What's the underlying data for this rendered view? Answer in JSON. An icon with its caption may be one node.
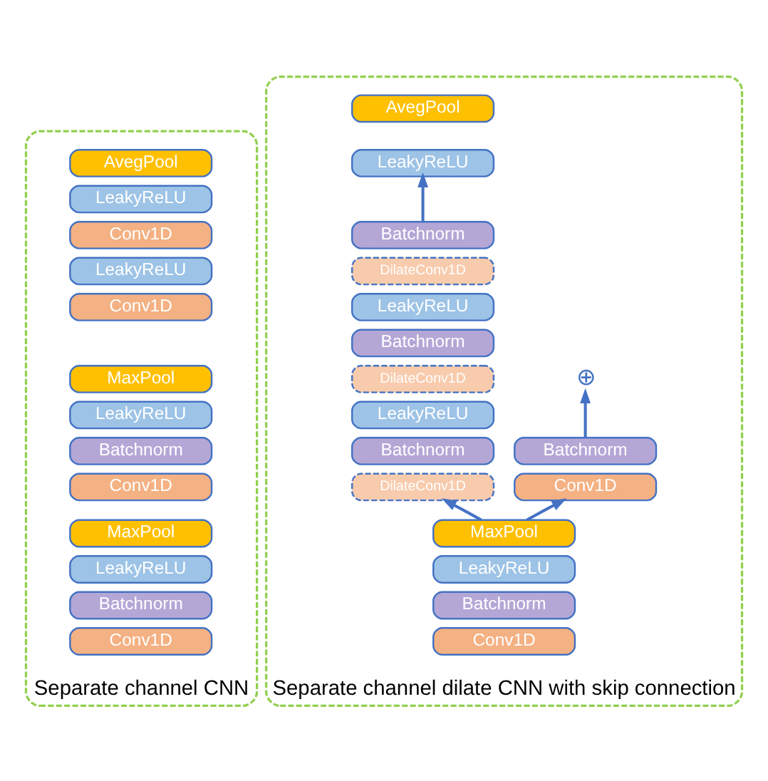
{
  "diagram": {
    "nodes": [
      {
        "text": [
          "Separate channel CNN"
        ]
      },
      {
        "text": [
          "AvegPool"
        ],
        "in": 0
      },
      {
        "text": [
          "LeakyReLU"
        ],
        "in": 0
      },
      {
        "text": [
          "Conv1D"
        ],
        "in": 0
      },
      {
        "text": [
          "LeakyReLU"
        ],
        "in": 0
      },
      {
        "text": [
          "Conv1D"
        ],
        "in": 0
      },
      {
        "text": [
          "MaxPool"
        ],
        "in": 0
      },
      {
        "text": [
          "LeakyReLU"
        ],
        "in": 0
      },
      {
        "text": [
          "Batchnorm"
        ],
        "in": 0
      },
      {
        "text": [
          "Conv1D"
        ],
        "in": 0
      },
      {
        "text": [
          "MaxPool"
        ],
        "in": 0
      },
      {
        "text": [
          "LeakyReLU"
        ],
        "in": 0
      },
      {
        "text": [
          "Batchnorm"
        ],
        "in": 0
      },
      {
        "text": [
          "Conv1D"
        ],
        "in": 0
      },
      {
        "text": [
          "Separate channel dilate CNN with skip connection"
        ]
      },
      {
        "text": [
          "AvegPool"
        ],
        "in": 14
      },
      {
        "text": [
          "LeakyReLU"
        ],
        "in": 14
      },
      {
        "text": [
          "⊕"
        ],
        "in": 14
      },
      {
        "text": [
          "Batchnorm"
        ],
        "in": 14
      },
      {
        "text": [
          "DilateConv1D"
        ],
        "in": 14
      },
      {
        "text": [
          "LeakyReLU"
        ],
        "in": 14
      },
      {
        "text": [
          "Batchnorm"
        ],
        "in": 14
      },
      {
        "text": [
          "DilateConv1D"
        ],
        "in": 14
      },
      {
        "text": [
          "LeakyReLU"
        ],
        "in": 14
      },
      {
        "text": [
          "Batchnorm"
        ],
        "in": 14
      },
      {
        "text": [
          "DilateConv1D"
        ],
        "in": 14
      },
      {
        "text": [
          "Batchnorm"
        ],
        "in": 14
      },
      {
        "text": [
          "Conv1D"
        ],
        "in": 14
      },
      {
        "text": [
          "MaxPool"
        ],
        "in": 14
      },
      {
        "text": [
          "LeakyReLU"
        ],
        "in": 14
      },
      {
        "text": [
          "Batchnorm"
        ],
        "in": 14
      },
      {
        "text": [
          "Conv1D"
        ],
        "in": 14
      }
    ],
    "edges": [
      {
        "from": 18,
        "to": 16,
        "arrow": "to"
      },
      {
        "from": 28,
        "to": 25,
        "arrow": "to"
      },
      {
        "from": 28,
        "to": 27,
        "arrow": "to"
      },
      {
        "from": 26,
        "to": 17,
        "arrow": "to"
      }
    ]
  }
}
